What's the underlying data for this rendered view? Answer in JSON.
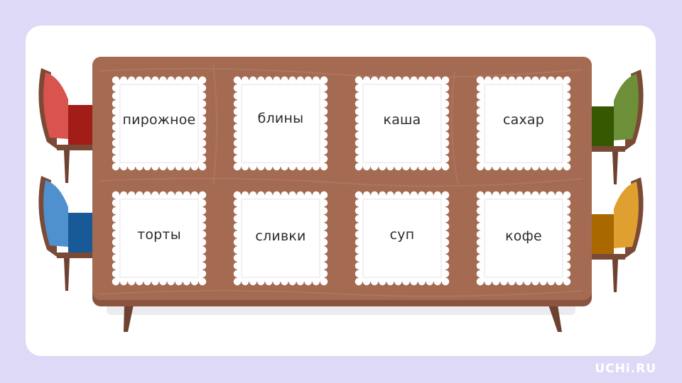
{
  "napkins": [
    {
      "label": "пирожное"
    },
    {
      "label": "блины"
    },
    {
      "label": "каша"
    },
    {
      "label": "сахар"
    },
    {
      "label": "торты"
    },
    {
      "label": "сливки"
    },
    {
      "label": "суп"
    },
    {
      "label": "кофе"
    }
  ],
  "chairs": [
    {
      "color": "#d9534f",
      "side": "left"
    },
    {
      "color": "#4f90cf",
      "side": "left"
    },
    {
      "color": "#6c8f37",
      "side": "right"
    },
    {
      "color": "#e0a030",
      "side": "right"
    }
  ],
  "colors": {
    "background": "#ddd9f7",
    "card": "#ffffff",
    "table": "#a46b52",
    "table_edge": "#8a5440",
    "napkin": "#ffffff"
  },
  "brand": {
    "logo": "UCHi.RU"
  }
}
